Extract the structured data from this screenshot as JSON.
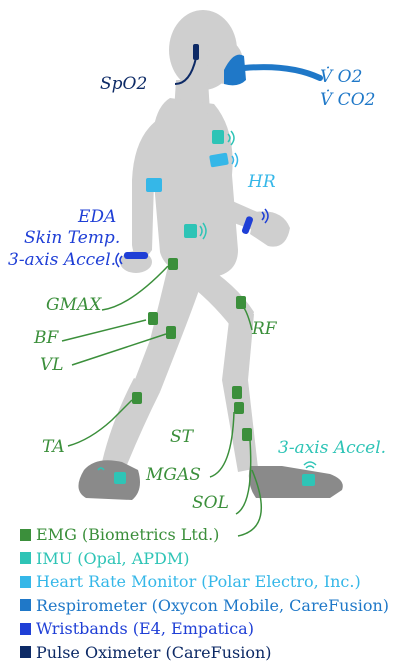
{
  "colors": {
    "emg": "#3b8f3b",
    "imu": "#2ec4b6",
    "hr": "#35b7e8",
    "respirometer": "#1f78c8",
    "wristband": "#1f3fd6",
    "pulse_oximeter": "#0d2a66",
    "body": "#cfcfcf",
    "shoe": "#8a8a8a"
  },
  "labels": {
    "spo2": "SpO2",
    "vo2": "V̇ O2",
    "vco2": "V̇ CO2",
    "hr": "HR",
    "eda": "EDA",
    "skin_temp": "Skin Temp.",
    "accel_wrist": "3-axis Accel.",
    "gmax": "GMAX",
    "bf": "BF",
    "vl": "VL",
    "rf": "RF",
    "ta": "TA",
    "st": "ST",
    "mgas": "MGAS",
    "sol": "SOL",
    "accel_foot": "3-axis Accel."
  },
  "legend": [
    {
      "color": "#3b8f3b",
      "label": "EMG (Biometrics Ltd.)"
    },
    {
      "color": "#2ec4b6",
      "label": "IMU (Opal, APDM)"
    },
    {
      "color": "#35b7e8",
      "label": "Heart Rate Monitor (Polar Electro, Inc.)"
    },
    {
      "color": "#1f78c8",
      "label": "Respirometer (Oxycon Mobile, CareFusion)"
    },
    {
      "color": "#1f3fd6",
      "label": "Wristbands (E4, Empatica)"
    },
    {
      "color": "#0d2a66",
      "label": "Pulse Oximeter (CareFusion)"
    }
  ]
}
